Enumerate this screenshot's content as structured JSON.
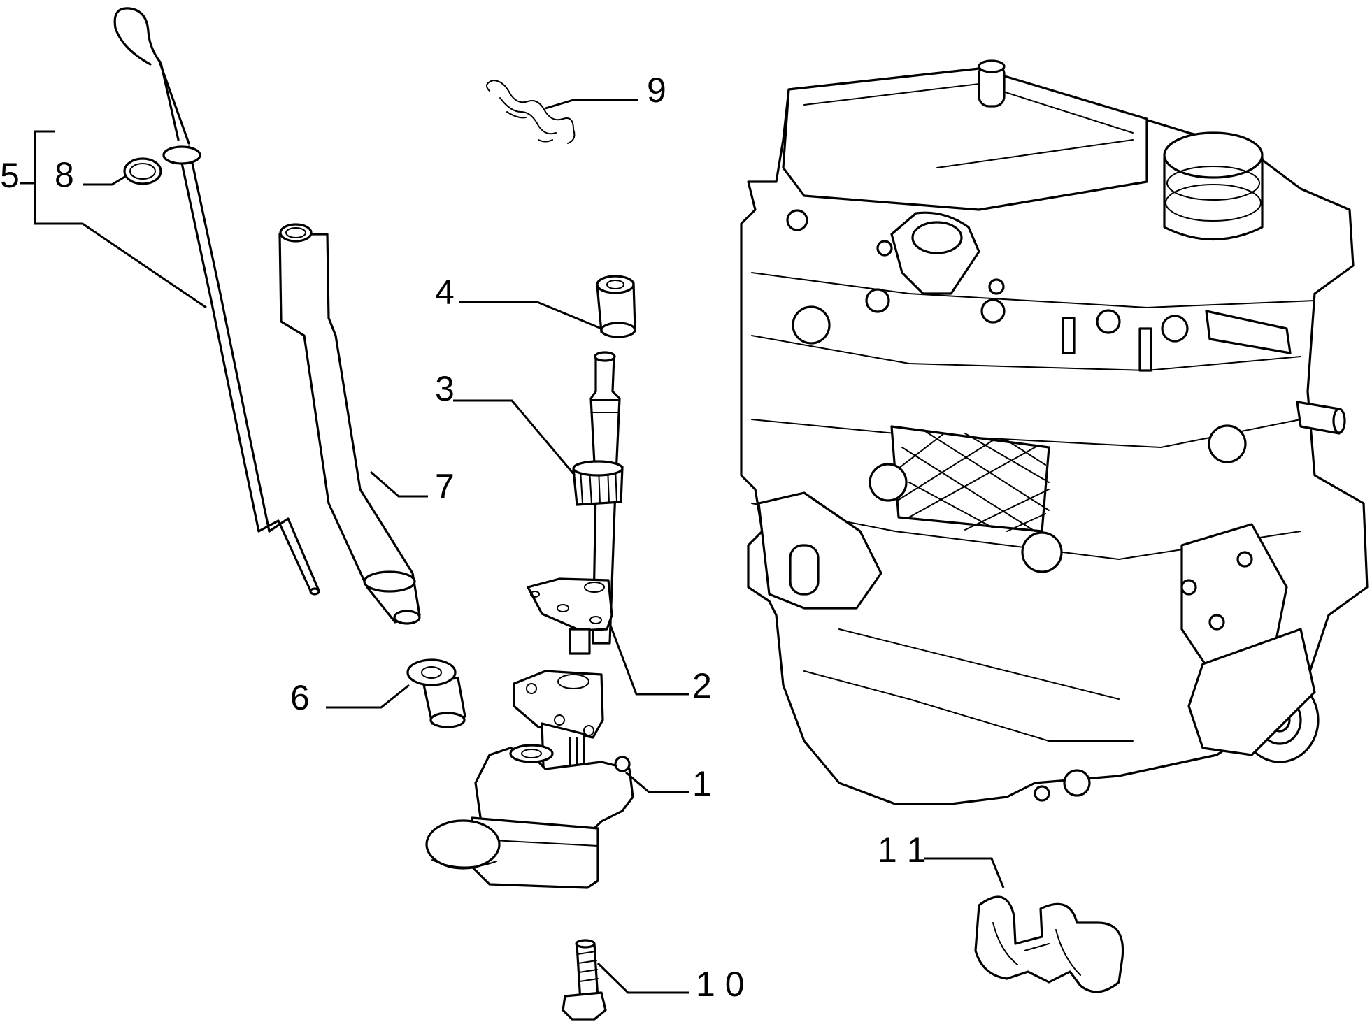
{
  "diagram": {
    "callouts": [
      {
        "id": "1",
        "label": "1"
      },
      {
        "id": "2",
        "label": "2"
      },
      {
        "id": "3",
        "label": "3"
      },
      {
        "id": "4",
        "label": "4"
      },
      {
        "id": "5",
        "label": "5"
      },
      {
        "id": "6",
        "label": "6"
      },
      {
        "id": "7",
        "label": "7"
      },
      {
        "id": "8",
        "label": "8"
      },
      {
        "id": "9",
        "label": "9"
      },
      {
        "id": "10",
        "label": "1 0"
      },
      {
        "id": "11",
        "label": "1 1"
      }
    ]
  }
}
